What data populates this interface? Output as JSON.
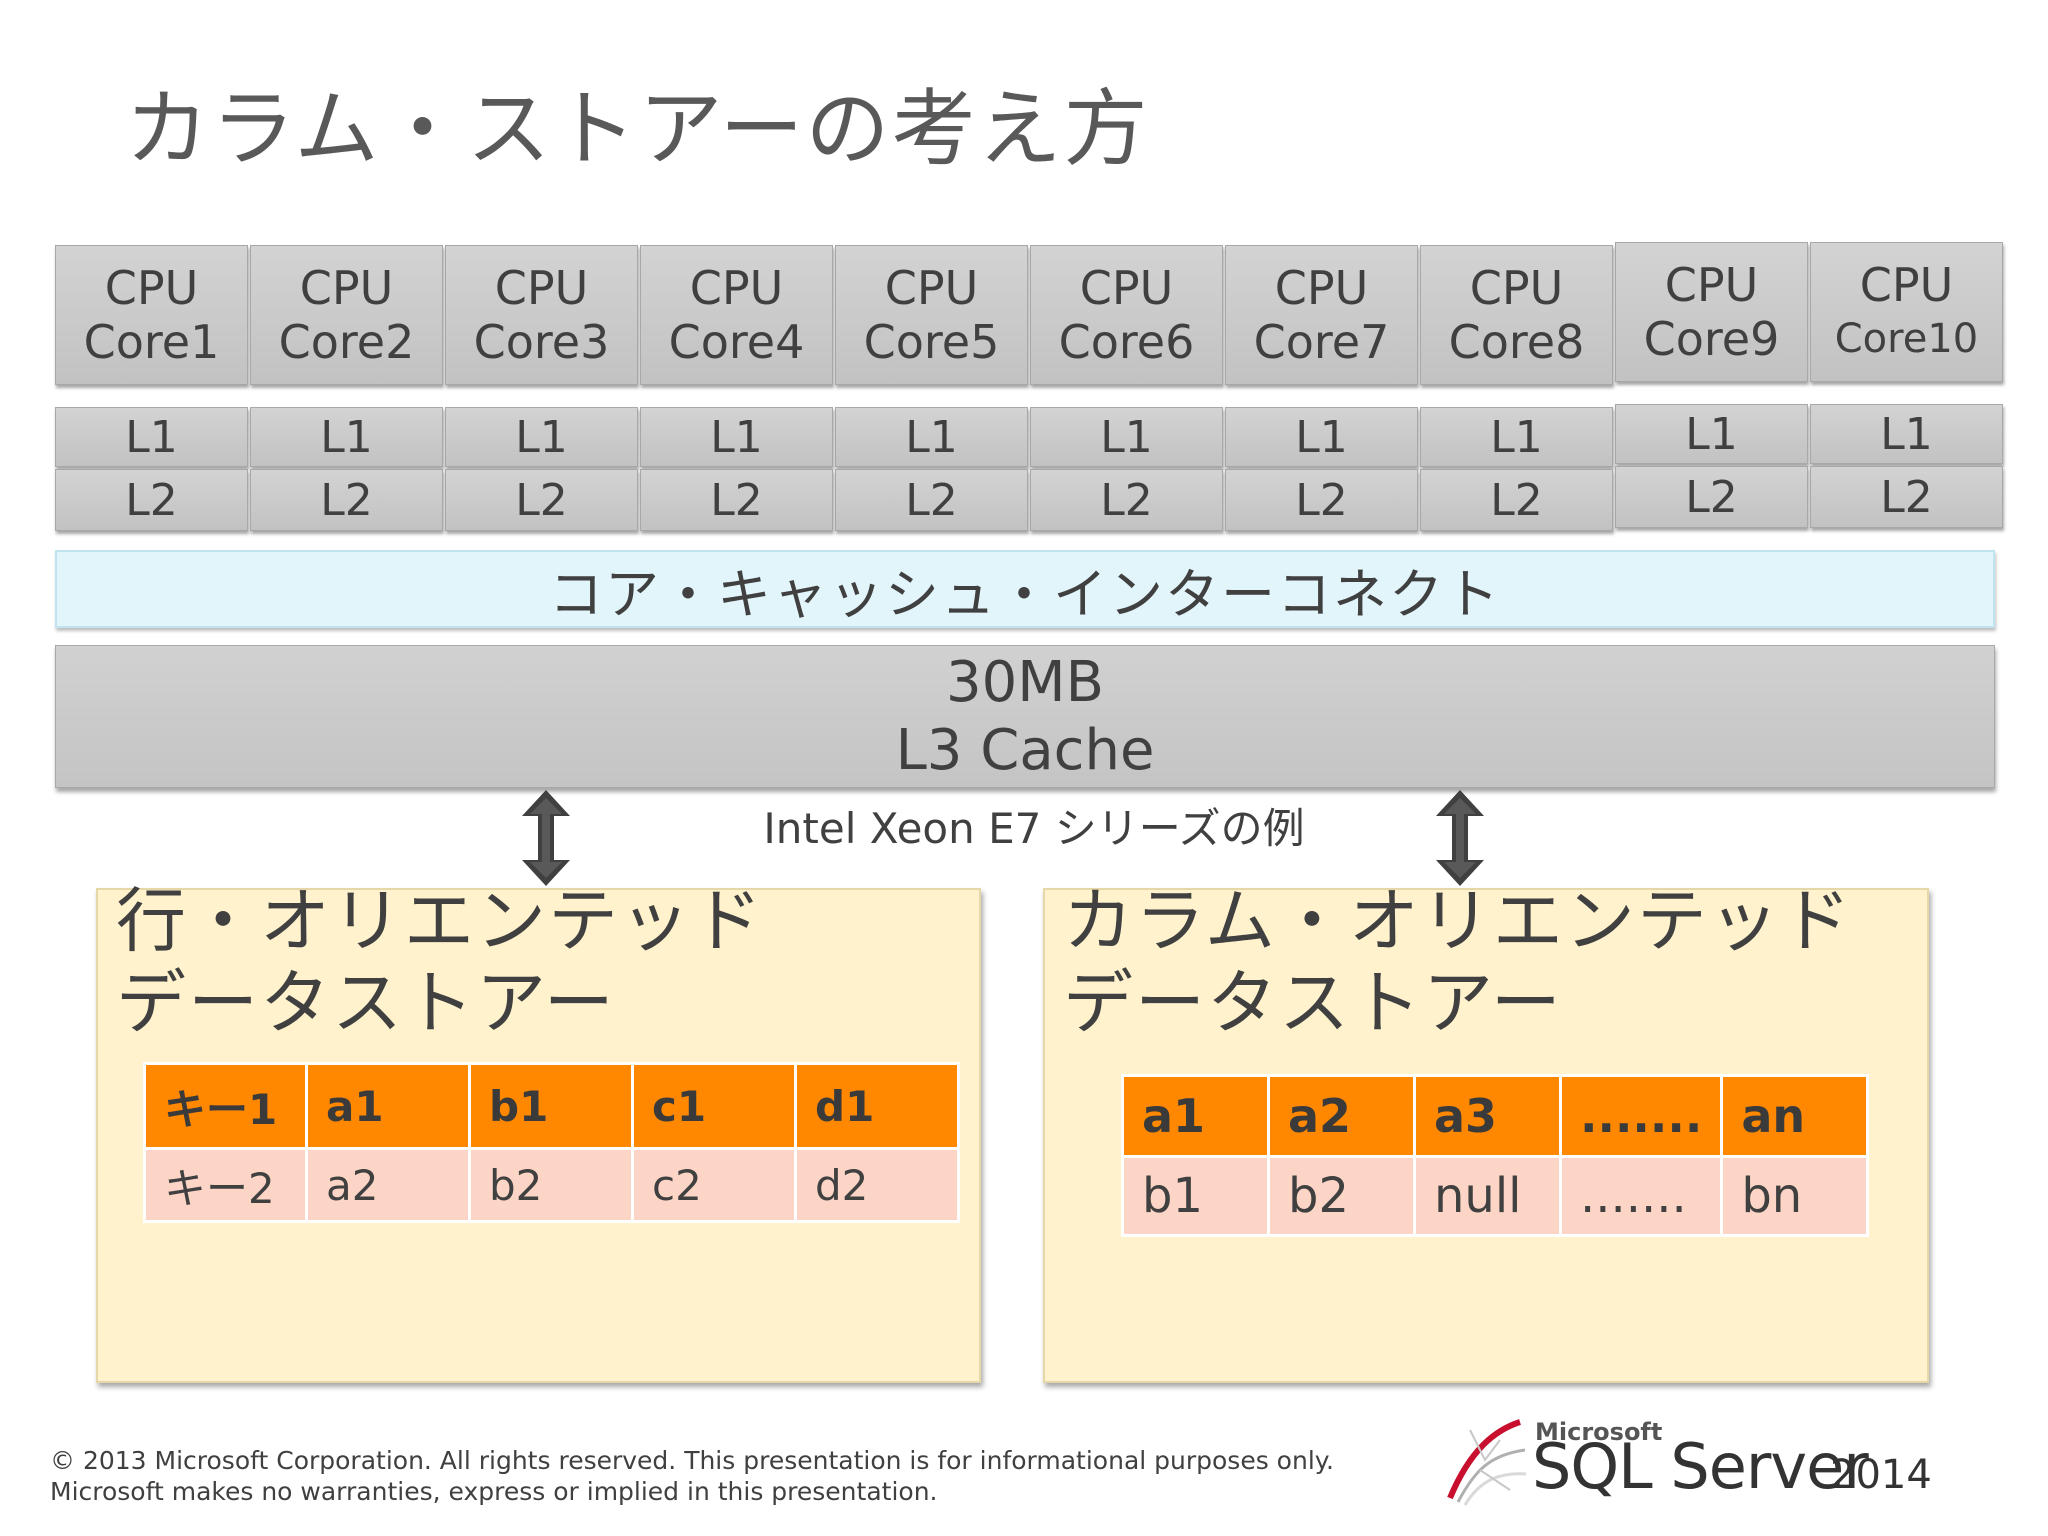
{
  "title": "カラム・ストアーの考え方",
  "cpu_cores": [
    {
      "line1": "CPU",
      "line2": "Core1"
    },
    {
      "line1": "CPU",
      "line2": "Core2"
    },
    {
      "line1": "CPU",
      "line2": "Core3"
    },
    {
      "line1": "CPU",
      "line2": "Core4"
    },
    {
      "line1": "CPU",
      "line2": "Core5"
    },
    {
      "line1": "CPU",
      "line2": "Core6"
    },
    {
      "line1": "CPU",
      "line2": "Core7"
    },
    {
      "line1": "CPU",
      "line2": "Core8"
    },
    {
      "line1": "CPU",
      "line2": "Core9"
    },
    {
      "line1": "CPU",
      "line2": "Core10"
    }
  ],
  "l1_label": "L1",
  "l2_label": "L2",
  "interconnect": "コア・キャッシュ・インターコネクト",
  "l3": {
    "line1": "30MB",
    "line2": "L3 Cache"
  },
  "caption": "Intel Xeon E7 シリーズの例",
  "row_store": {
    "title_line1": "行・オリエンテッド",
    "title_line2": "データストアー",
    "header": [
      "キー1",
      "a1",
      "b1",
      "c1",
      "d1"
    ],
    "row": [
      "キー2",
      "a2",
      "b2",
      "c2",
      "d2"
    ]
  },
  "column_store": {
    "title_line1": "カラム・オリエンテッド",
    "title_line2": "データストアー",
    "header": [
      "a1",
      "a2",
      "a3",
      ".......",
      "an"
    ],
    "row": [
      "b1",
      "b2",
      "null",
      ".......",
      "bn"
    ]
  },
  "footer": {
    "line1": "© 2013 Microsoft Corporation.  All rights reserved.  This presentation is for informational purposes only.",
    "line2": "Microsoft makes no warranties, express or implied in this presentation."
  },
  "logo": {
    "maker": "Microsoft",
    "product": "SQL Server",
    "year": "2014"
  }
}
